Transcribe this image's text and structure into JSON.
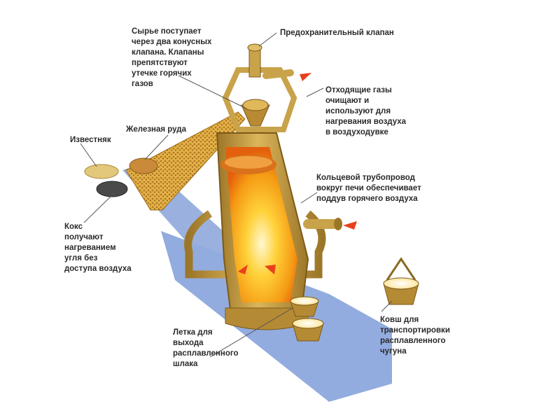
{
  "labels": {
    "raw_materials": "Сырье поступает\nчерез два конусных\nклапана. Клапаны\nпрепятствуют\nутечке горячих\nгазов",
    "safety_valve": "Предохранительный клапан",
    "exhaust_gases": "Отходящие газы\nочищают и\nиспользуют для\nнагревания воздуха\nв воздуходувке",
    "iron_ore": "Железная руда",
    "limestone": "Известняк",
    "ring_pipe": "Кольцевой  трубопровод\nвокруг печи обеспечивает\nподдув горячего воздуха",
    "coke": "Кокс\nполучают\nнагреванием\nугля без\nдоступа воздуха",
    "ladle": "Ковш для\nтранспортировки\nрасплавленного\nчугуна",
    "taphole": "Летка для\nвыхода\nрасплавленного\nшлака"
  },
  "colors": {
    "floor": "#8fa8dd",
    "steel": "#c9a34a",
    "steel_dark": "#8a6a22",
    "fire_core": "#fff6c8",
    "fire_mid": "#ffc21a",
    "fire_edge": "#f07a10",
    "arrow": "#e8401c"
  }
}
